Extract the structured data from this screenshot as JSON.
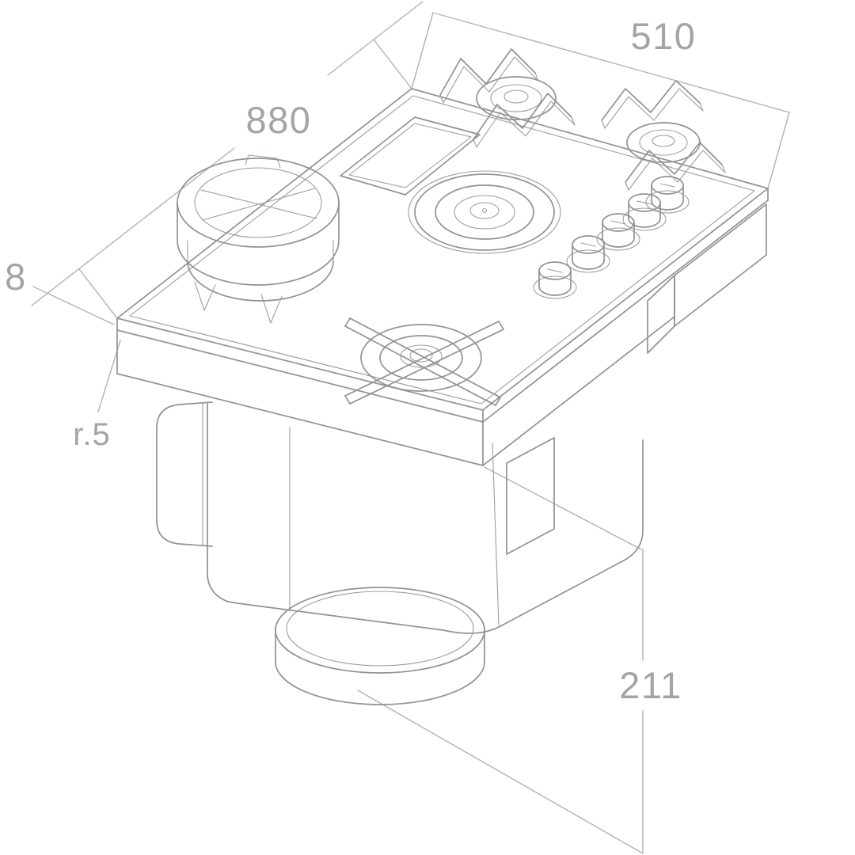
{
  "drawing": {
    "labels": {
      "width": "880",
      "depth": "510",
      "thickness": "8",
      "corner_radius": "r.5",
      "height": "211"
    },
    "colors": {
      "line": "#8f9296",
      "label": "#a2a4a7",
      "background": "#ffffff"
    }
  }
}
